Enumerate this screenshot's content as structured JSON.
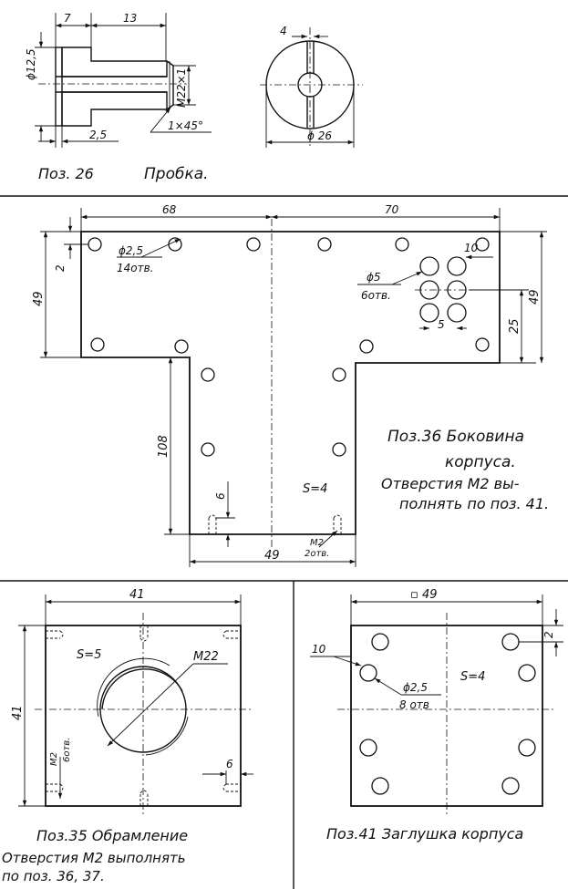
{
  "part26": {
    "caption_num": "Поз. 26",
    "caption_name": "Пробка.",
    "dim_7": "7",
    "dim_13": "13",
    "dim_d12_5": "ϕ12,5",
    "dim_m22": "М22×1",
    "dim_2_5": "2,5",
    "dim_chamfer": "1×45°",
    "dim_4": "4",
    "dim_d26": "ϕ 26"
  },
  "part36": {
    "dim_68": "68",
    "dim_70": "70",
    "dim_hole_d": "ϕ2,5",
    "dim_hole_count": "14отв.",
    "dim_2": "2",
    "dim_49_left": "49",
    "dim_10": "10",
    "dim_d5": "ϕ5",
    "dim_d5_count": "6отв.",
    "dim_5": "5",
    "dim_25": "25",
    "dim_49_right": "49",
    "dim_108": "108",
    "dim_6": "6",
    "dim_s": "S=4",
    "dim_m2": "М2",
    "dim_m2_count": "2отв.",
    "dim_49_bottom": "49",
    "caption_line1": "Поз.36 Боковина",
    "caption_line2": "корпуса.",
    "caption_line3": "Отверстия М2 вы-",
    "caption_line4": "полнять  по поз. 41."
  },
  "part35": {
    "dim_41_top": "41",
    "dim_41_left": "41",
    "dim_s": "S=5",
    "dim_m22": "М22",
    "dim_m2": "М2",
    "dim_m2_count": "6отв.",
    "dim_6": "6",
    "caption_line1": "Поз.35  Обрамление",
    "caption_line2": "Отверстия  М2  выполнять",
    "caption_line3": "по поз. 36, 37."
  },
  "part41": {
    "dim_square": "▫ 49",
    "dim_2": "2",
    "dim_10": "10",
    "dim_s": "S=4",
    "dim_hole_d": "ϕ2,5",
    "dim_hole_count": "8 отв",
    "caption": "Поз.41  Заглушка корпуса"
  }
}
